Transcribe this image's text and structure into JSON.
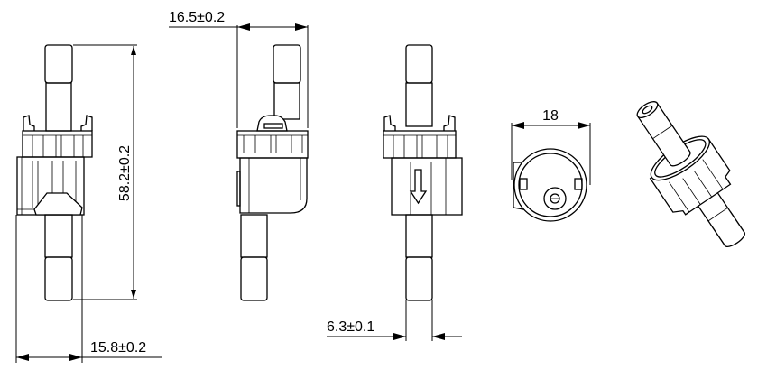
{
  "dimensions": {
    "length": "58.2±0.2",
    "body_width": "15.8±0.2",
    "side_depth": "16.5±0.2",
    "tube_diameter": "6.3±0.1",
    "ring_diameter": "18"
  },
  "colors": {
    "line": "#000000",
    "background": "#ffffff"
  }
}
